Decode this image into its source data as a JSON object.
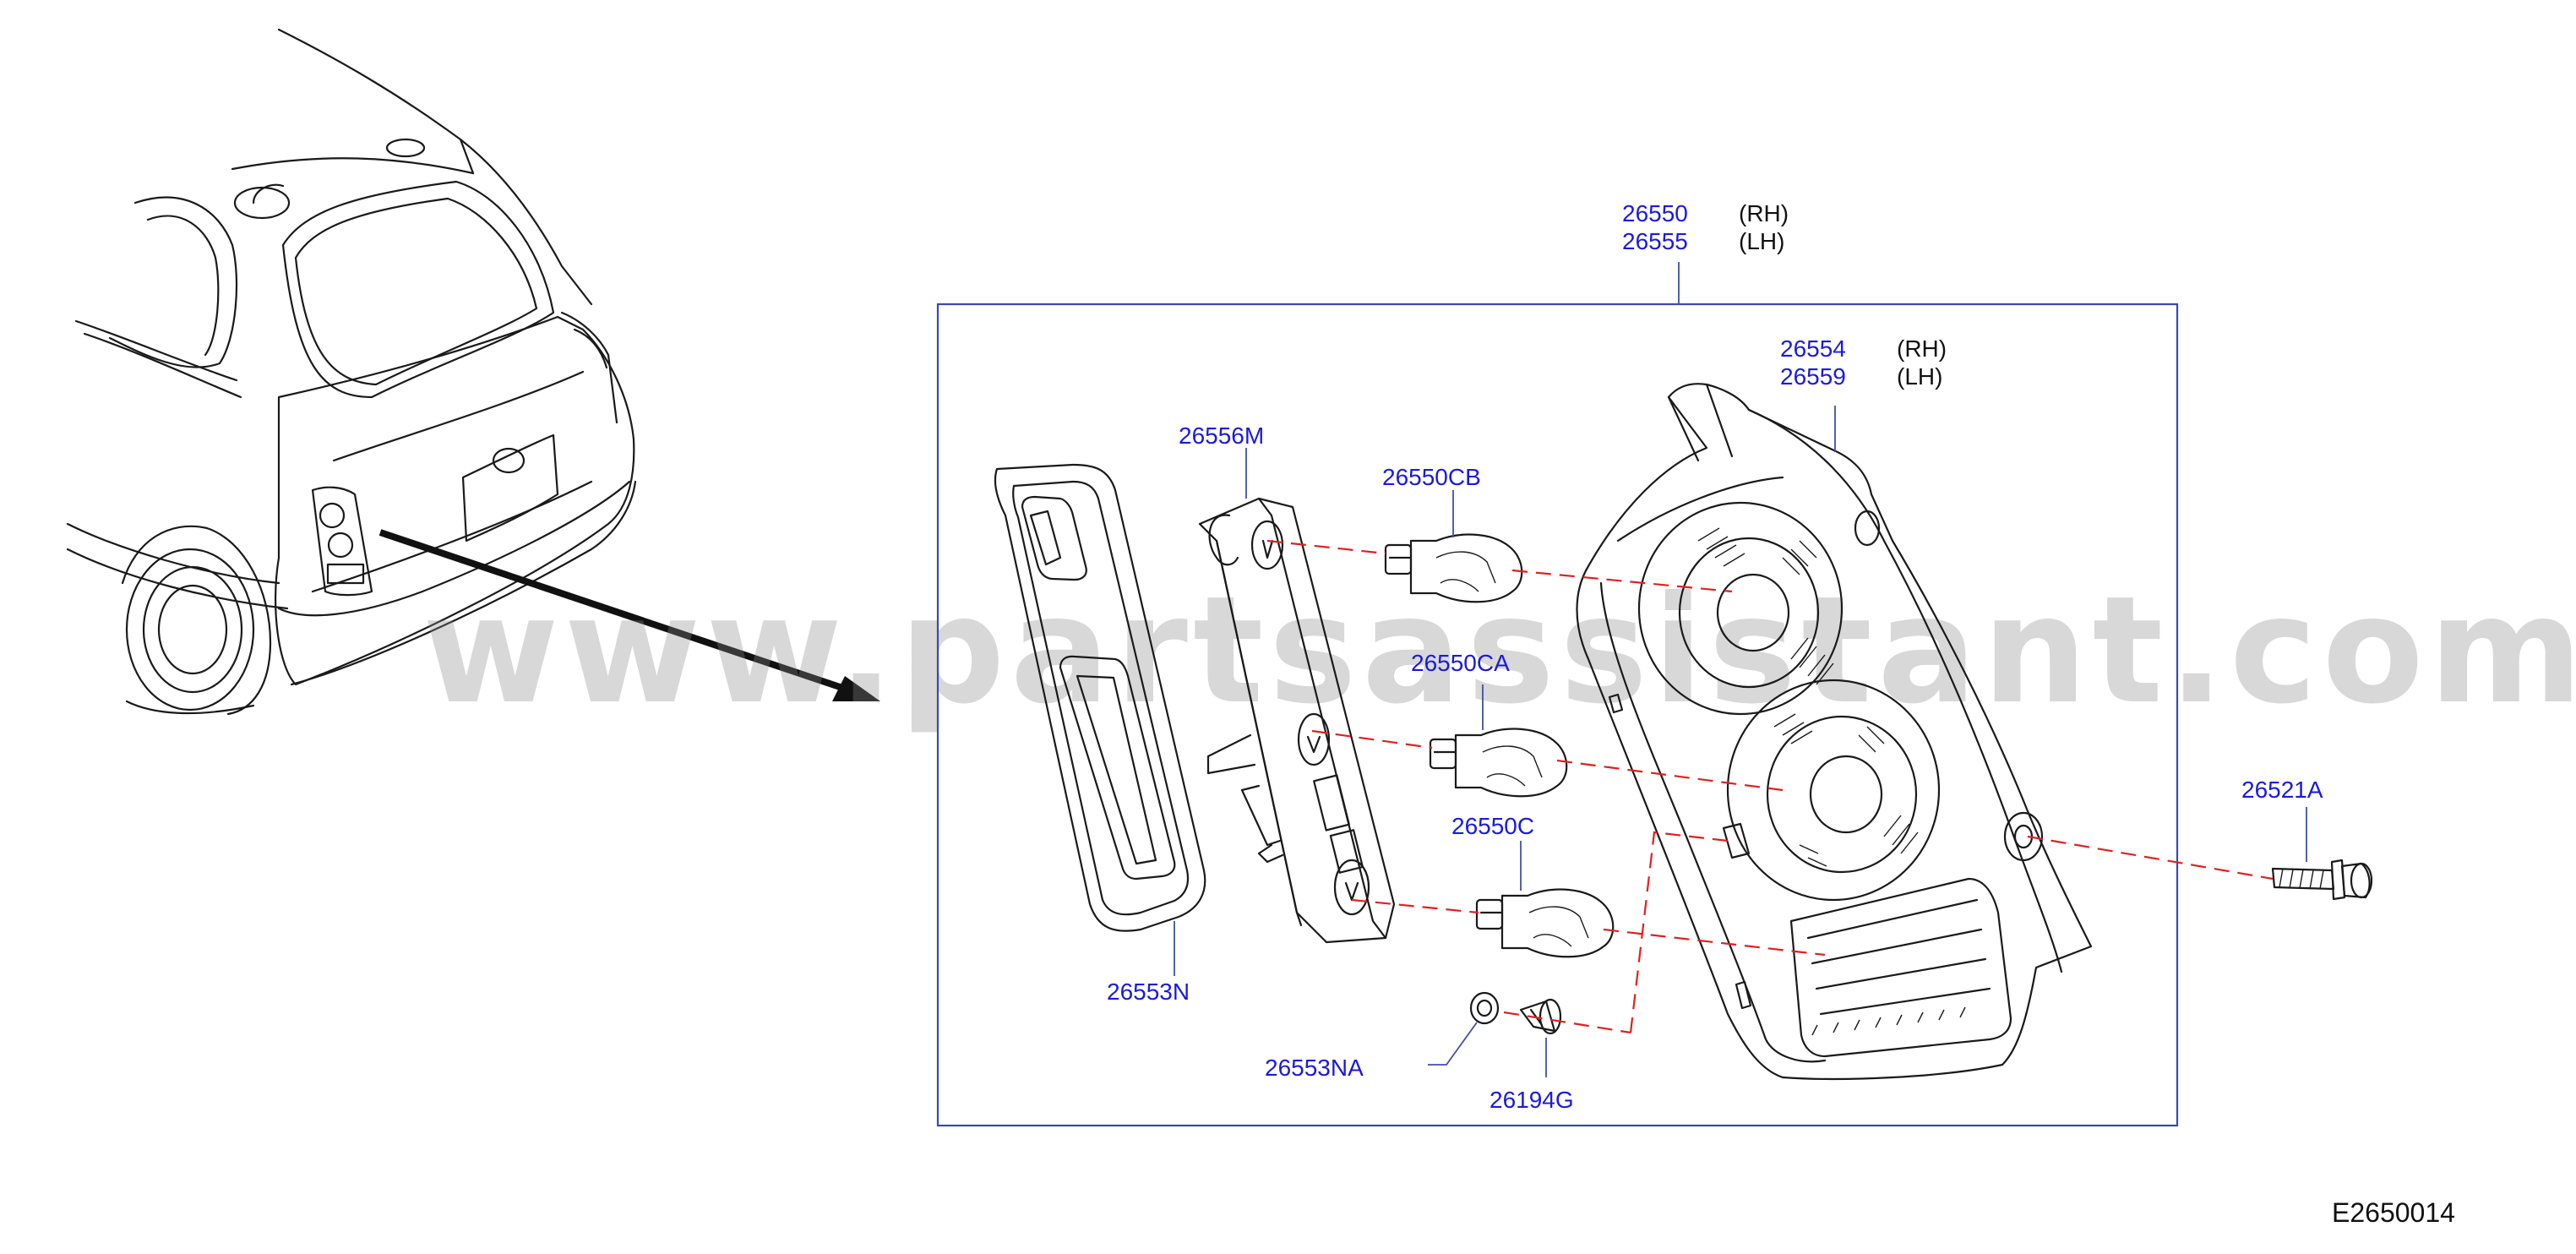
{
  "watermark": "www.partsassistant.com",
  "diagram_code": "E2650014",
  "assembly": {
    "part_rh": "26550",
    "part_lh": "26555",
    "side_rh": "(RH)",
    "side_lh": "(LH)"
  },
  "housing": {
    "part_rh": "26554",
    "part_lh": "26559",
    "side_rh": "(RH)",
    "side_lh": "(LH)"
  },
  "parts": {
    "socket_plate": "26556M",
    "bulb_top": "26550CB",
    "bulb_middle": "26550CA",
    "bulb_bottom": "26550C",
    "gasket": "26553N",
    "washer": "26553NA",
    "clip": "26194G",
    "bolt": "26521A"
  },
  "colors": {
    "label": "#1a1adb",
    "frame": "#3a4ab0",
    "dash_line": "#e02020",
    "ink": "#1a1a1a"
  }
}
